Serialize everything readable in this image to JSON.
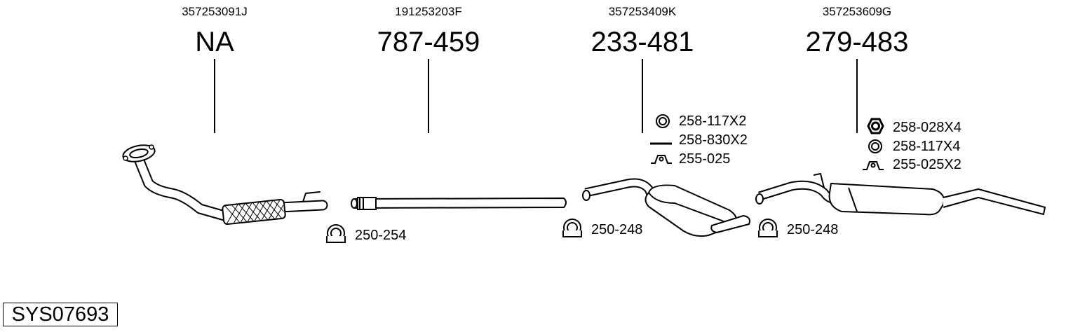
{
  "columns": [
    {
      "oe": "357253091J",
      "part": "NA"
    },
    {
      "oe": "191253203F",
      "part": "787-459"
    },
    {
      "oe": "357253409K",
      "part": "233-481"
    },
    {
      "oe": "357253609G",
      "part": "279-483"
    }
  ],
  "accessories": {
    "clamp_1": "250-254",
    "clamp_2": "250-248",
    "clamp_3": "250-248",
    "ring_1": "258-117X2",
    "bolt_1": "258-830X2",
    "hanger_1": "255-025",
    "nut_2": "258-028X4",
    "ring_2": "258-117X4",
    "hanger_2": "255-025X2"
  },
  "system_code": "SYS07693"
}
